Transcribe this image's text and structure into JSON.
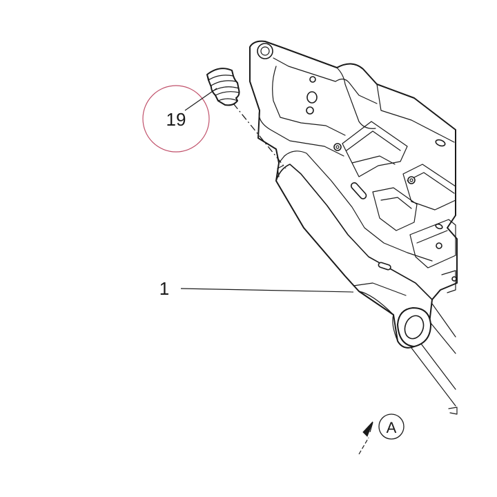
{
  "callouts": {
    "part_19": "19",
    "part_1": "1",
    "view_a": "A"
  },
  "colors": {
    "line": "#1a1a1a",
    "highlight_circle": "#c0506a",
    "background": "#ffffff"
  }
}
